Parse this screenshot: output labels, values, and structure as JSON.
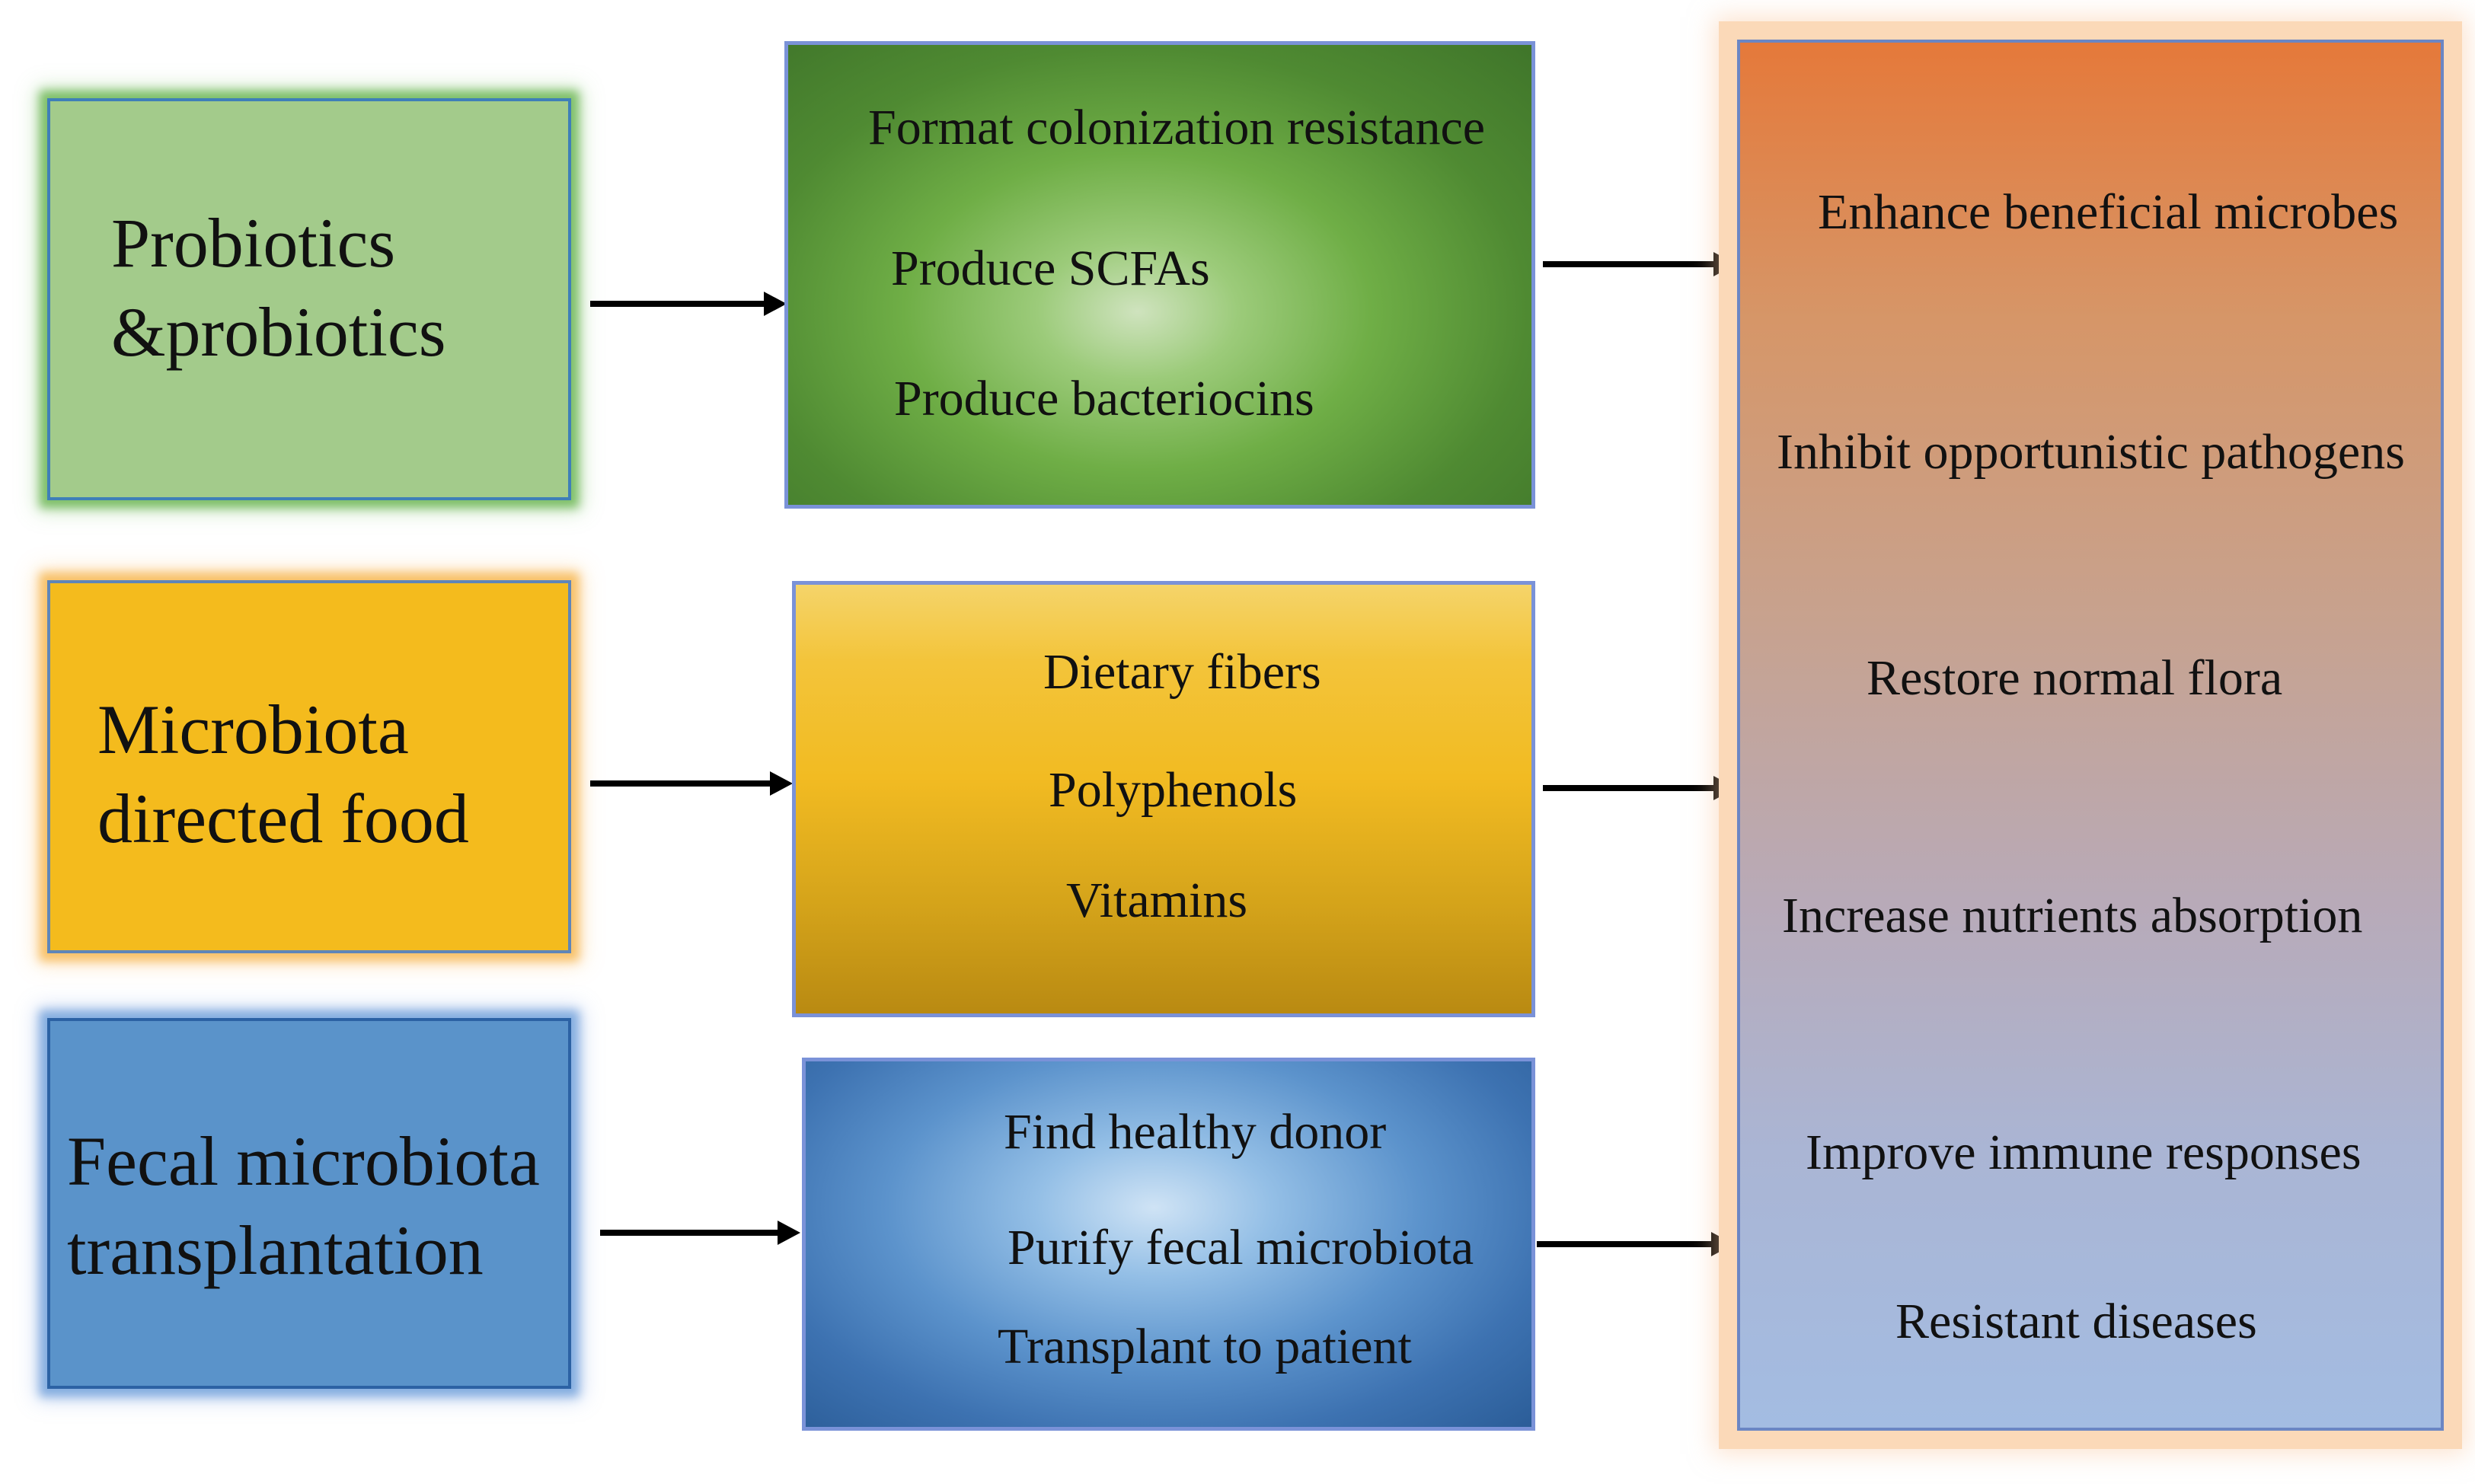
{
  "sources": [
    {
      "label": "Probiotics &probiotics"
    },
    {
      "label": "Microbiota directed food"
    },
    {
      "label": "Fecal microbiota transplantation"
    }
  ],
  "mechanisms": {
    "probiotics": [
      "Format colonization resistance",
      "Produce SCFAs",
      "Produce bacteriocins"
    ],
    "food": [
      "Dietary fibers",
      "Polyphenols",
      "Vitamins"
    ],
    "fecal": [
      "Find healthy donor",
      "Purify fecal microbiota",
      "Transplant to patient"
    ]
  },
  "outcomes": [
    "Enhance beneficial microbes",
    "Inhibit opportunistic pathogens",
    "Restore normal flora",
    "Increase nutrients absorption",
    "Improve immune responses",
    "Resistant diseases"
  ]
}
